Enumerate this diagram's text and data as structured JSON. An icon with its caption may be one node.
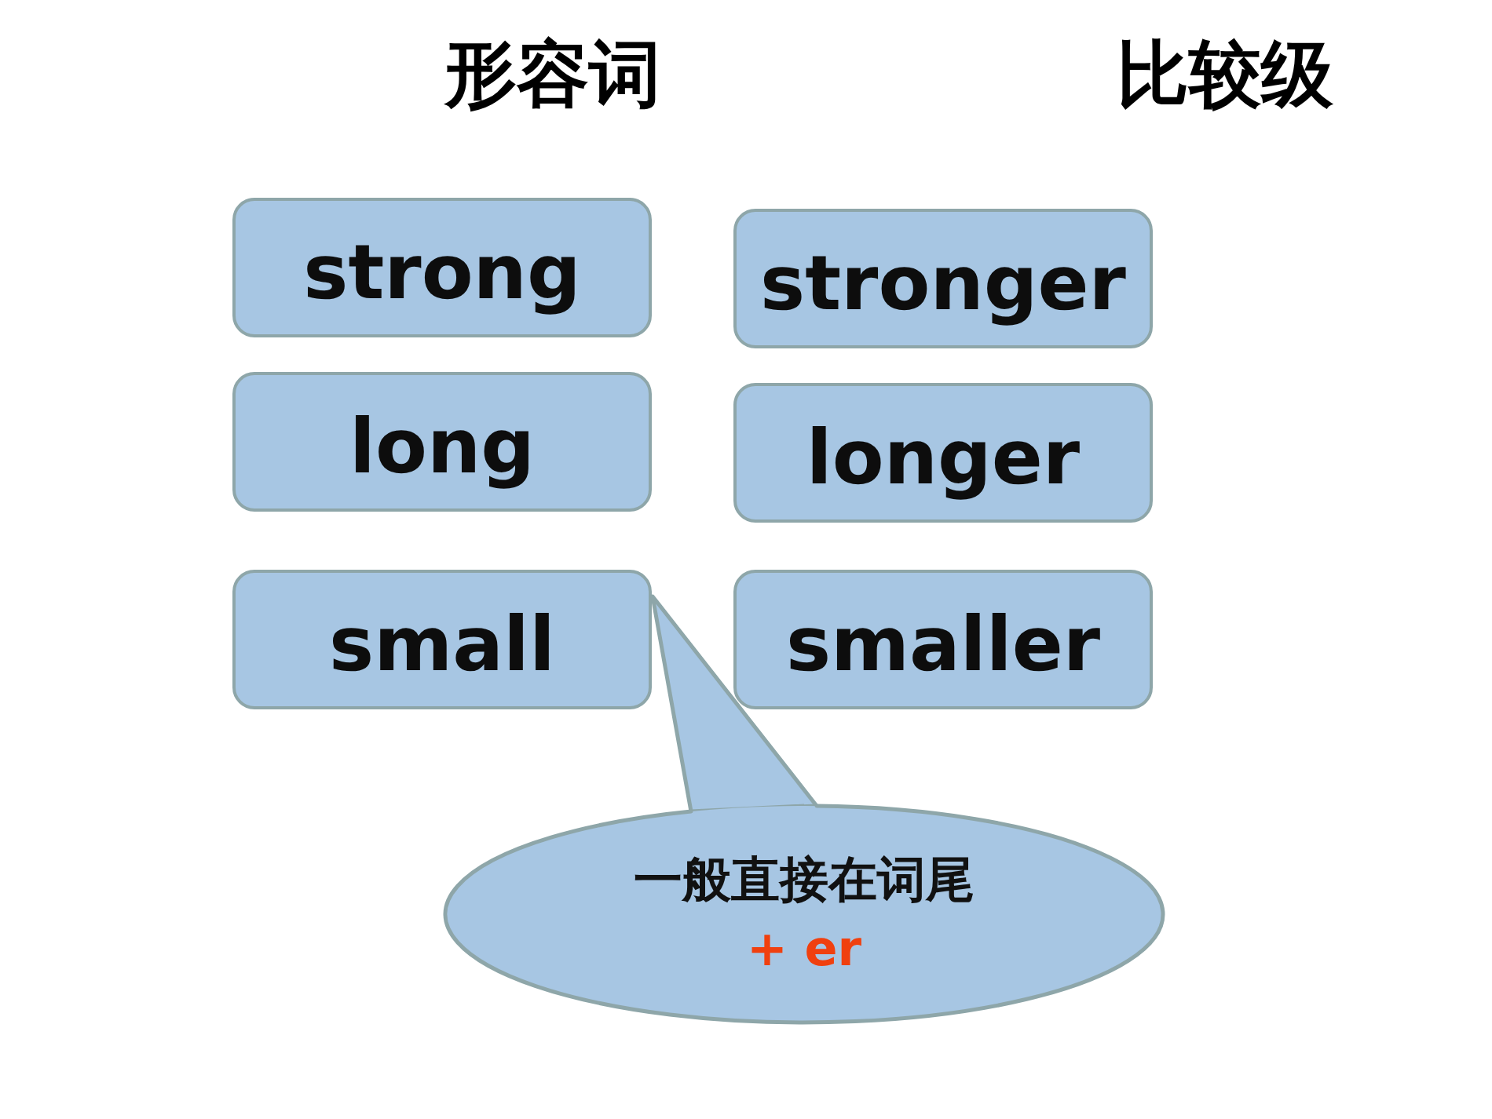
{
  "diagram": {
    "nodes": [
      {
        "text": [
          "strong"
        ]
      },
      {
        "text": [
          "stronger"
        ]
      },
      {
        "text": [
          "long"
        ]
      },
      {
        "text": [
          "longer"
        ]
      },
      {
        "text": [
          "small"
        ]
      },
      {
        "text": [
          "smaller"
        ]
      },
      {
        "text": [
          "一般直接在词尾",
          "+ er"
        ]
      }
    ],
    "edges": [
      {
        "from": 6,
        "to": 4,
        "arrow": "none"
      }
    ],
    "labels": [
      "形容词",
      "比较级"
    ]
  }
}
